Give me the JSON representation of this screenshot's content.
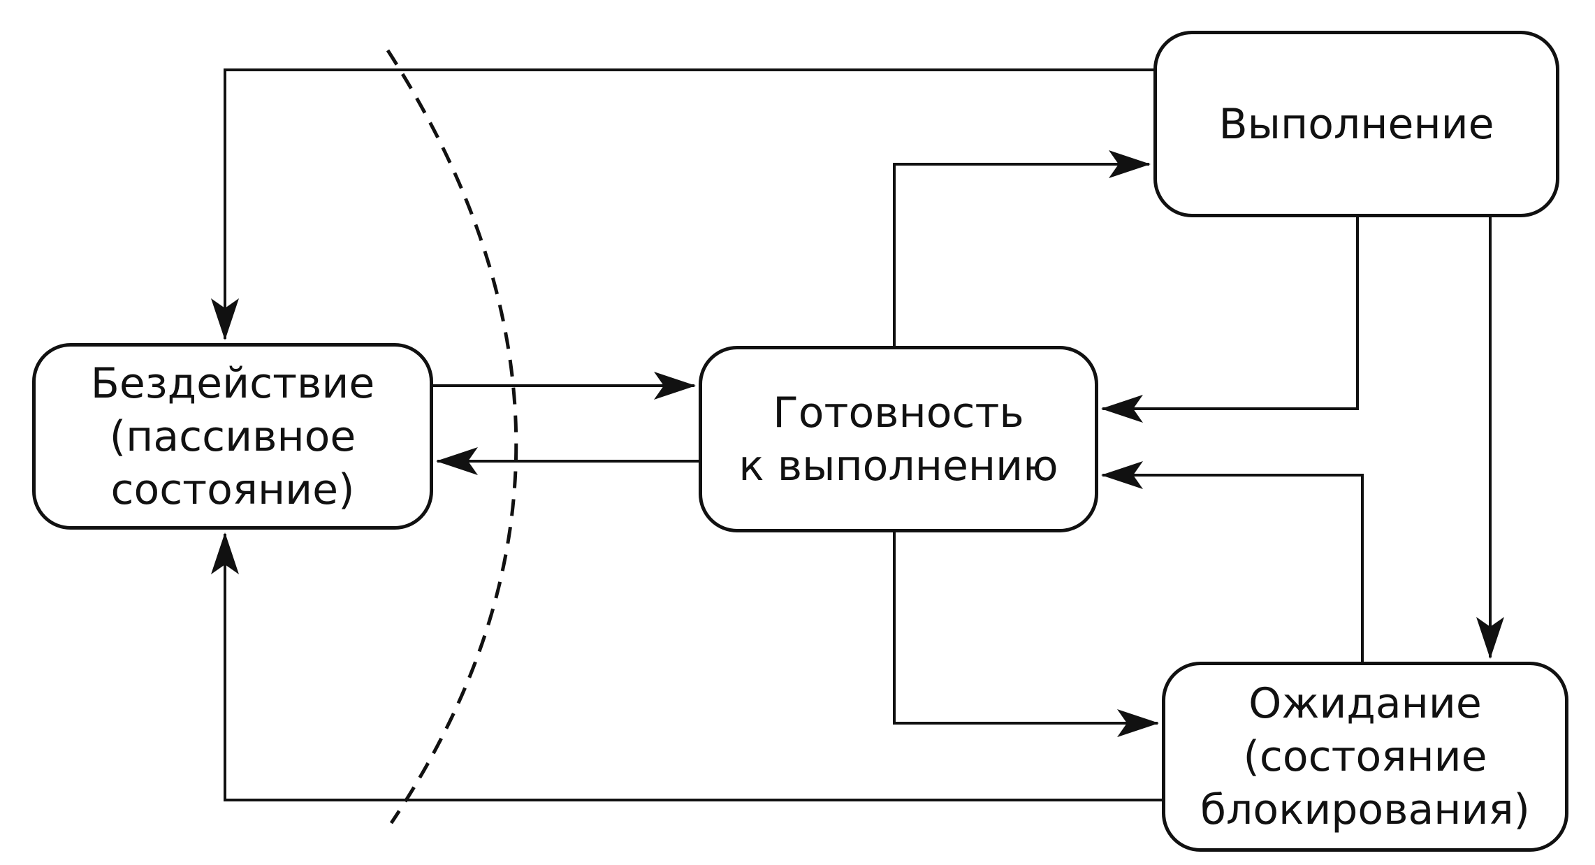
{
  "nodes": {
    "idle": {
      "lines": [
        "Бездействие",
        "(пассивное",
        "состояние)"
      ]
    },
    "ready": {
      "lines": [
        "Готовность",
        "к выполнению"
      ]
    },
    "run": {
      "lines": [
        "Выполнение"
      ]
    },
    "wait": {
      "lines": [
        "Ожидание",
        "(состояние",
        "блокирования)"
      ]
    }
  },
  "transitions": [
    {
      "from": "idle",
      "to": "ready"
    },
    {
      "from": "ready",
      "to": "idle"
    },
    {
      "from": "ready",
      "to": "run"
    },
    {
      "from": "run",
      "to": "ready"
    },
    {
      "from": "run",
      "to": "wait"
    },
    {
      "from": "run",
      "to": "idle"
    },
    {
      "from": "ready",
      "to": "wait"
    },
    {
      "from": "wait",
      "to": "ready"
    },
    {
      "from": "wait",
      "to": "idle"
    }
  ],
  "colors": {
    "stroke": "#111111",
    "background": "#ffffff"
  }
}
